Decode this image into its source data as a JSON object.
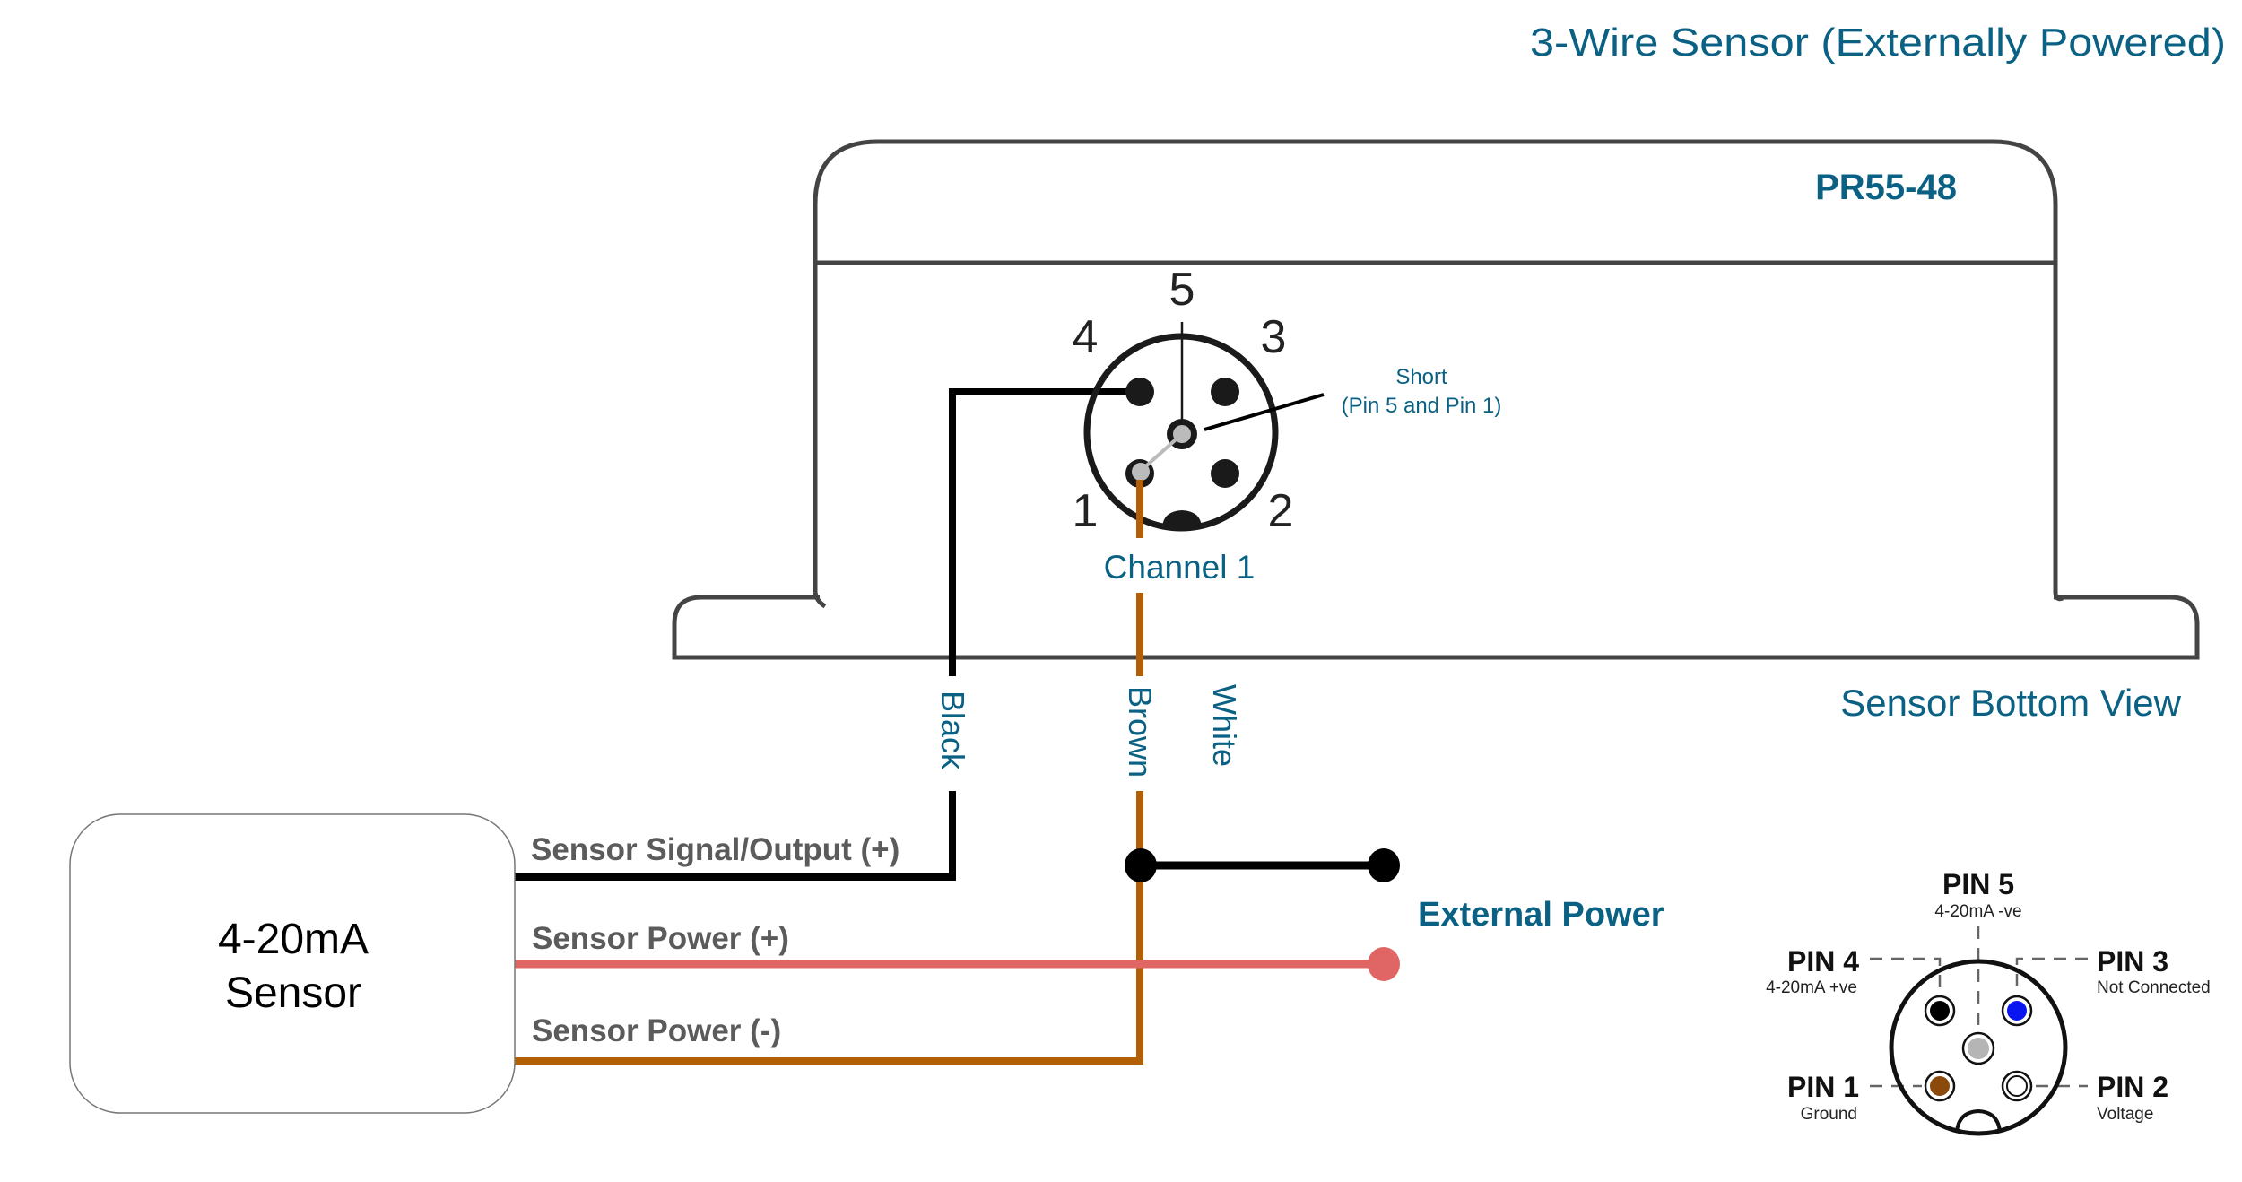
{
  "title": "3-Wire Sensor (Externally Powered)",
  "device": {
    "model": "PR55-48",
    "view_label": "Sensor Bottom View",
    "channel_label": "Channel 1",
    "pin_numbers": [
      "1",
      "2",
      "3",
      "4",
      "5"
    ],
    "short_note": {
      "line1": "Short",
      "line2": "(Pin 5 and Pin 1)"
    }
  },
  "wire_colors": {
    "labels": [
      "Black",
      "Brown",
      "White"
    ],
    "black": "#000000",
    "brown": "#b35f05",
    "red": "#e06666",
    "short_gray": "#bbbbbb",
    "housing": "#444444",
    "accent_text": "#0b6183"
  },
  "sensor": {
    "line1": "4-20mA",
    "line2": "Sensor",
    "connections": [
      {
        "label": "Sensor Signal/Output (+)",
        "wire": "black"
      },
      {
        "label": "Sensor Power (+)",
        "wire": "red"
      },
      {
        "label": "Sensor Power (-)",
        "wire": "brown"
      }
    ]
  },
  "external_power": {
    "label": "External Power"
  },
  "pinout_legend": {
    "pins": [
      {
        "name": "PIN 1",
        "desc": "Ground",
        "color": "#8b4a0c"
      },
      {
        "name": "PIN 2",
        "desc": "Voltage",
        "color": "#ffffff"
      },
      {
        "name": "PIN 3",
        "desc": "Not Connected",
        "color": "#0a16f0"
      },
      {
        "name": "PIN 4",
        "desc": "4-20mA +ve",
        "color": "#000000"
      },
      {
        "name": "PIN 5",
        "desc": "4-20mA -ve",
        "color": "#b5b5b5"
      }
    ]
  }
}
